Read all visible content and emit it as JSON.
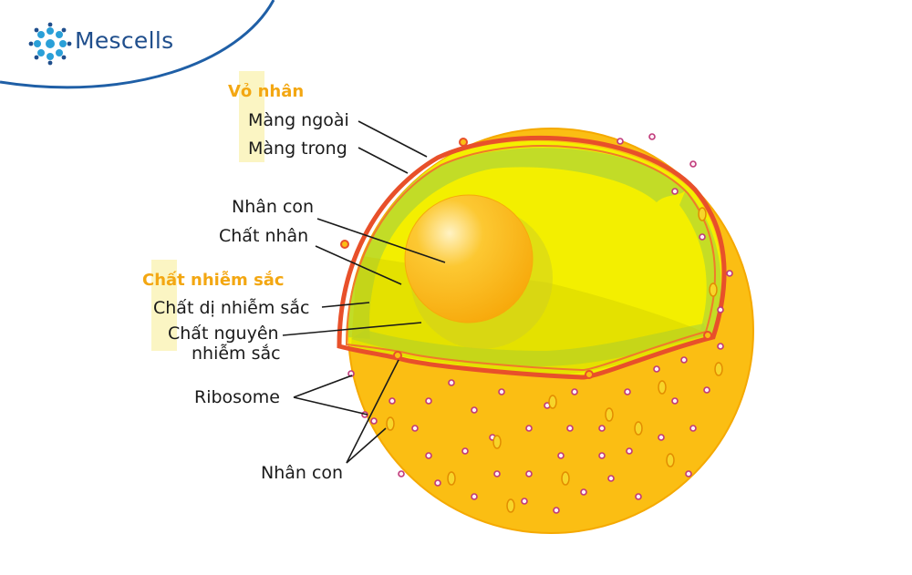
{
  "brand": {
    "name": "Mescells",
    "color": "#1f4e8c",
    "accent": "#2aa0d8"
  },
  "labels": {
    "nuclear_envelope": "Vỏ nhân",
    "outer_membrane": "Màng ngoài",
    "inner_membrane": "Màng trong",
    "nucleolus": "Nhân con",
    "nucleoplasm": "Chất nhân",
    "chromatin": "Chất nhiễm sắc",
    "heterochromatin": "Chất dị nhiễm sắc",
    "euchromatin_line1": "Chất nguyên",
    "euchromatin_line2": "nhiễm sắc",
    "ribosome": "Ribosome",
    "nuclear_pore": "Nhân con"
  },
  "colors": {
    "cytoplasm": "#fbbe13",
    "nucleoplasm": "#f3ef00",
    "chromatin": "#b9d82e",
    "membrane": "#e8502a",
    "nucleolus": "#fbb614",
    "header_text": "#f3a712",
    "highlight": "#fbf5c3",
    "ribosome": "#c0397a"
  }
}
